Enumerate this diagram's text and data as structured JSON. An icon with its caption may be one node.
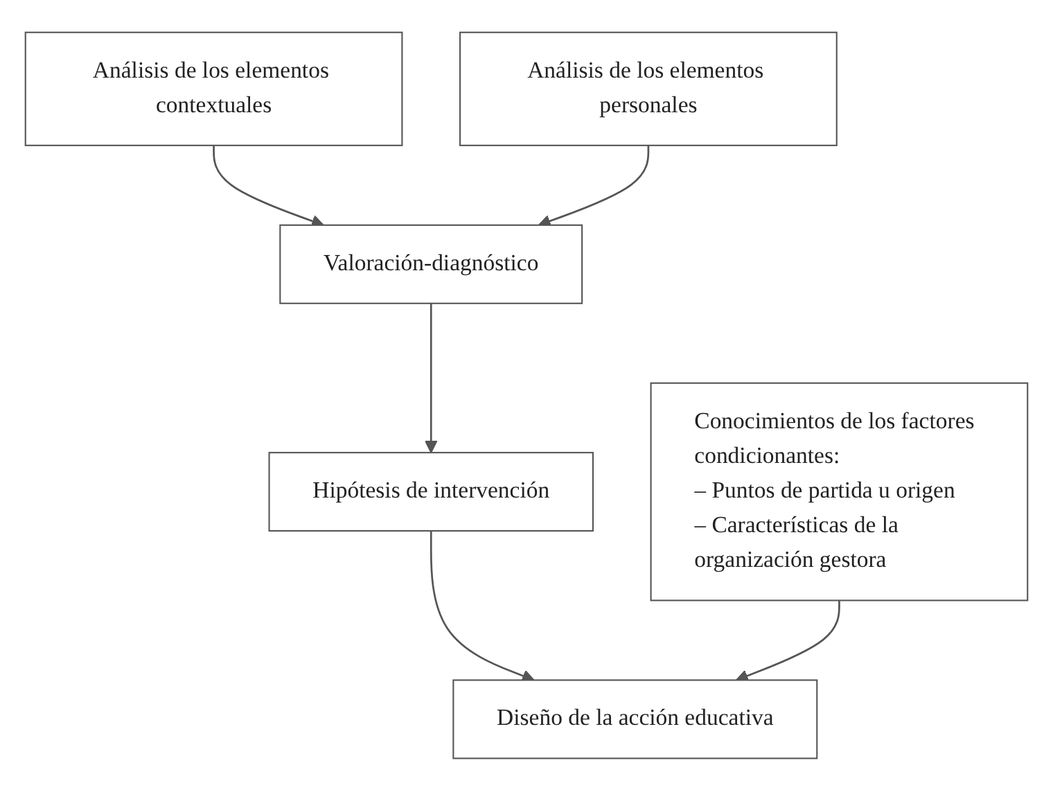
{
  "diagram": {
    "nodes": [
      {
        "text": [
          "Análisis de los elementos contextuales"
        ]
      },
      {
        "text": [
          "Valoración-diagnóstico"
        ]
      },
      {
        "text": [
          "Análisis de los elementos personales"
        ]
      },
      {
        "text": [
          "Hipótesis de intervención"
        ]
      },
      {
        "text": [
          "Diseño de la acción educativa"
        ]
      },
      {
        "text": [
          "Conocimientos de los factores condicionantes:",
          "– Puntos de partida u origen",
          "– Características de la organización gestora"
        ]
      }
    ],
    "edges": [
      {
        "from": 0,
        "to": 1,
        "arrow": "to"
      },
      {
        "from": 2,
        "to": 1,
        "arrow": "to"
      },
      {
        "from": 1,
        "to": 3,
        "arrow": "to"
      },
      {
        "from": 3,
        "to": 4,
        "arrow": "to"
      },
      {
        "from": 5,
        "to": 4,
        "arrow": "to"
      }
    ]
  }
}
